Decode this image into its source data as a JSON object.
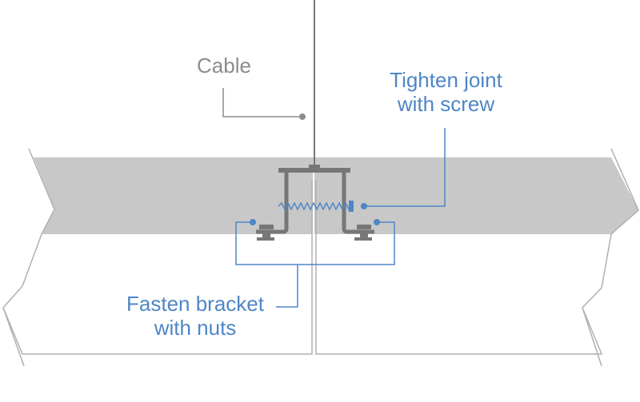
{
  "labels": {
    "cable": "Cable",
    "tighten_line1": "Tighten joint",
    "tighten_line2": "with screw",
    "fasten_line1": "Fasten bracket",
    "fasten_line2": "with nuts"
  },
  "colors": {
    "band": "#c8c8c8",
    "outline": "#b0b0b0",
    "hardware": "#777777",
    "leader_gray": "#8c8c8c",
    "accent": "#4f86c6"
  }
}
